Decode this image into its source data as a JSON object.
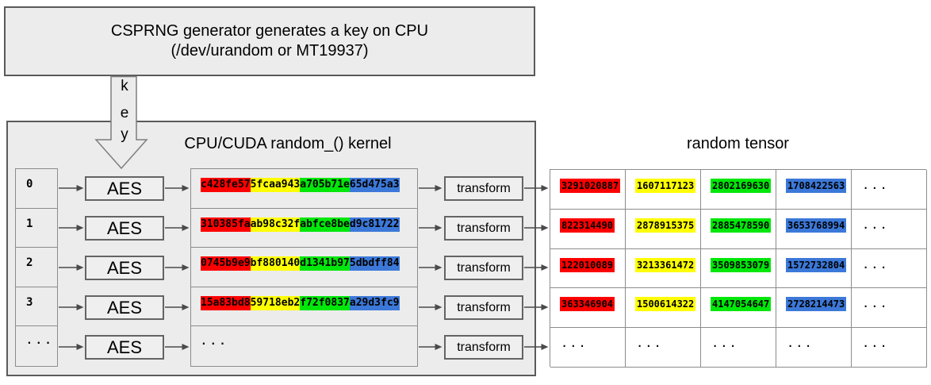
{
  "colors": {
    "red": "#ff0000",
    "yellow": "#ffff00",
    "green": "#00e70a",
    "blue": "#3c78d8",
    "box_fill": "#ececec",
    "box_border": "#5a5a5a"
  },
  "top_box": {
    "line1": "CSPRNG generator generates a key on CPU",
    "line2": "(/dev/urandom or MT19937)"
  },
  "key_arrow": {
    "letters": [
      "k",
      "e",
      "y"
    ]
  },
  "kernel": {
    "title": "CPU/CUDA random_() kernel",
    "rows": [
      {
        "index": "0",
        "aes": "AES",
        "hex": [
          "c428fe57",
          "5fcaa943",
          "a705b71e",
          "65d475a3"
        ],
        "transform": "transform"
      },
      {
        "index": "1",
        "aes": "AES",
        "hex": [
          "310385fa",
          "ab98c32f",
          "abfce8be",
          "d9c81722"
        ],
        "transform": "transform"
      },
      {
        "index": "2",
        "aes": "AES",
        "hex": [
          "0745b9e9",
          "bf880140",
          "d1341b97",
          "5dbdff84"
        ],
        "transform": "transform"
      },
      {
        "index": "3",
        "aes": "AES",
        "hex": [
          "15a83bd8",
          "59718eb2",
          "f72f0837",
          "a29d3fc9"
        ],
        "transform": "transform"
      },
      {
        "index": "...",
        "aes": "AES",
        "hex_ellipsis": "...",
        "transform": "transform"
      }
    ]
  },
  "tensor": {
    "title": "random tensor",
    "rows": [
      [
        "3291020887",
        "1607117123",
        "2802169630",
        "1708422563",
        "..."
      ],
      [
        "822314490",
        "2878915375",
        "2885478590",
        "3653768994",
        "..."
      ],
      [
        "122010089",
        "3213361472",
        "3509853079",
        "1572732804",
        "..."
      ],
      [
        "363346904",
        "1500614322",
        "4147054647",
        "2728214473",
        "..."
      ],
      [
        "...",
        "...",
        "...",
        "...",
        "..."
      ]
    ]
  }
}
